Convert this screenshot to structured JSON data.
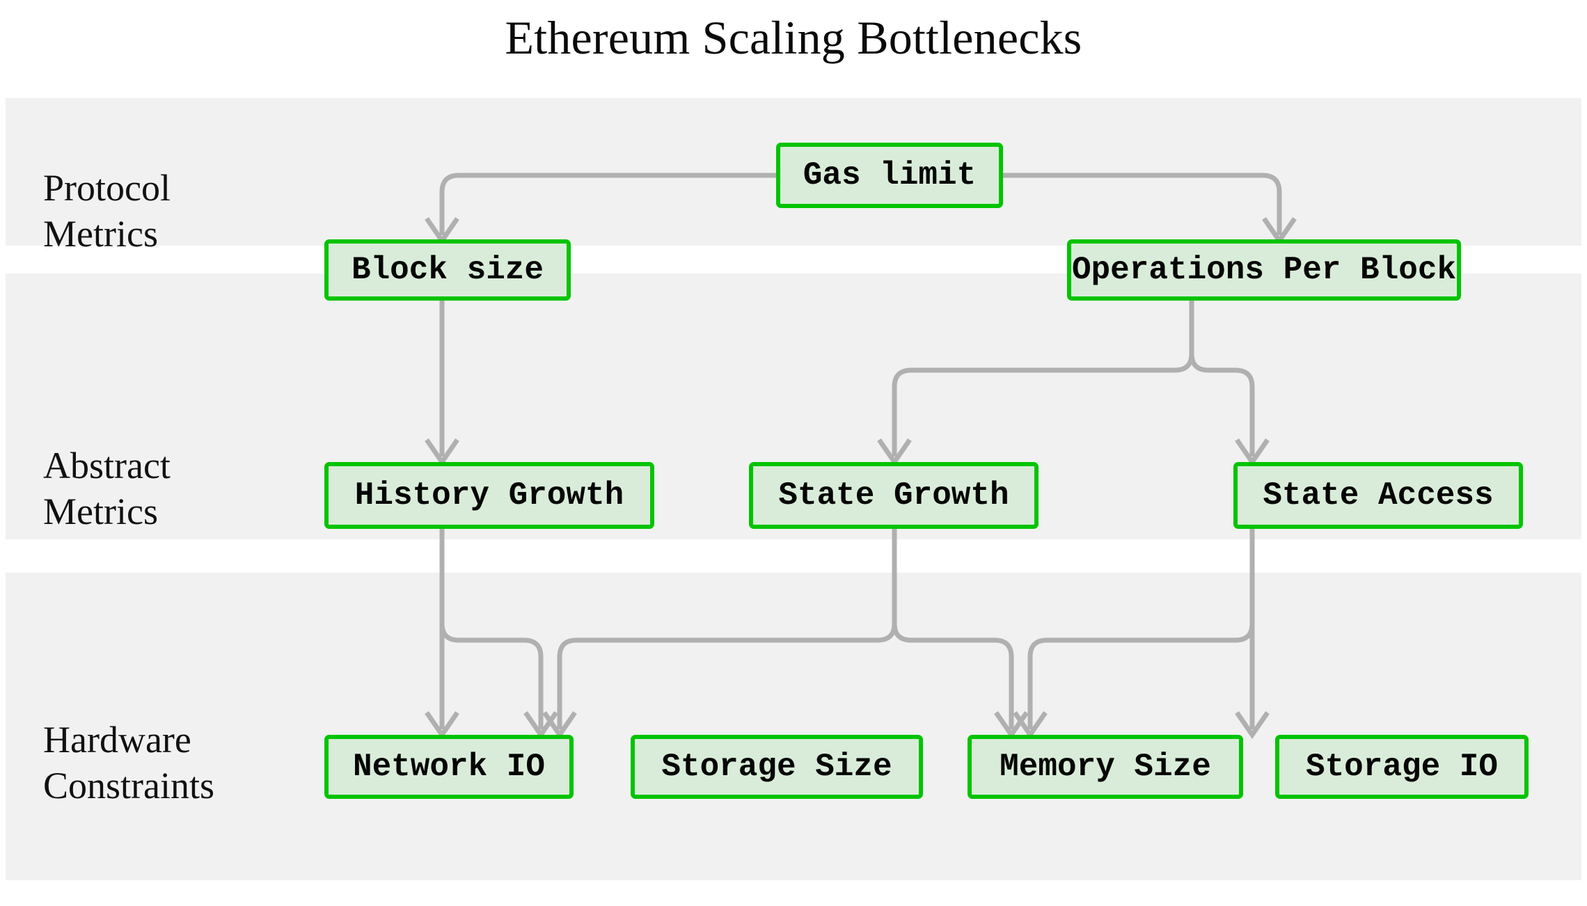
{
  "title": "Ethereum Scaling Bottlenecks",
  "colors": {
    "node_border": "#00c400",
    "node_fill": "#d9ecd9",
    "band_bg": "#f1f1f1",
    "edge": "#b0b0b0",
    "text": "#050505",
    "page_bg": "#ffffff"
  },
  "bands": [
    {
      "id": "protocol",
      "label": "Protocol\nMetrics"
    },
    {
      "id": "abstract",
      "label": "Abstract\nMetrics"
    },
    {
      "id": "hardware",
      "label": "Hardware\nConstraints"
    }
  ],
  "nodes": [
    {
      "id": "gas-limit",
      "label": "Gas limit",
      "band": "protocol"
    },
    {
      "id": "block-size",
      "label": "Block size",
      "band": "protocol"
    },
    {
      "id": "operations-per-block",
      "label": "Operations Per Block",
      "band": "protocol"
    },
    {
      "id": "history-growth",
      "label": "History Growth",
      "band": "abstract"
    },
    {
      "id": "state-growth",
      "label": "State Growth",
      "band": "abstract"
    },
    {
      "id": "state-access",
      "label": "State Access",
      "band": "abstract"
    },
    {
      "id": "network-io",
      "label": "Network IO",
      "band": "hardware"
    },
    {
      "id": "storage-size",
      "label": "Storage Size",
      "band": "hardware"
    },
    {
      "id": "memory-size",
      "label": "Memory Size",
      "band": "hardware"
    },
    {
      "id": "storage-io",
      "label": "Storage IO",
      "band": "hardware"
    }
  ],
  "edges": [
    {
      "from": "gas-limit",
      "to": "block-size"
    },
    {
      "from": "gas-limit",
      "to": "operations-per-block"
    },
    {
      "from": "block-size",
      "to": "history-growth"
    },
    {
      "from": "operations-per-block",
      "to": "state-growth"
    },
    {
      "from": "operations-per-block",
      "to": "state-access"
    },
    {
      "from": "history-growth",
      "to": "network-io"
    },
    {
      "from": "history-growth",
      "to": "storage-size"
    },
    {
      "from": "state-growth",
      "to": "storage-size"
    },
    {
      "from": "state-growth",
      "to": "memory-size"
    },
    {
      "from": "state-access",
      "to": "memory-size"
    },
    {
      "from": "state-access",
      "to": "storage-io"
    }
  ]
}
